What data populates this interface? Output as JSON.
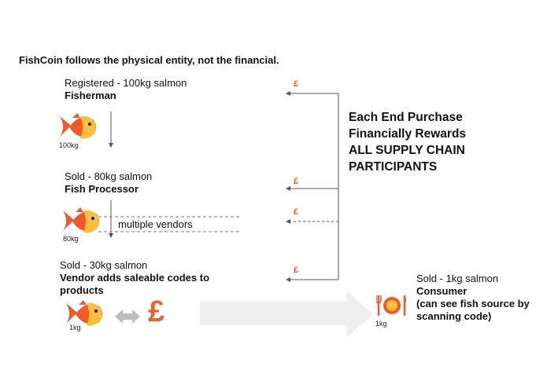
{
  "title": "FishCoin follows the physical entity, not the financial.",
  "stages": {
    "fisherman": {
      "status": "Registered - 100kg salmon",
      "role": "Fisherman",
      "weight": "100kg"
    },
    "processor": {
      "status": "Sold - 80kg salmon",
      "role": "Fish Processor",
      "weight": "80kg",
      "note": "multiple vendors"
    },
    "vendor": {
      "status": "Sold - 30kg salmon",
      "role_line1": "Vendor adds saleable codes to",
      "role_line2": "products",
      "weight": "1kg"
    },
    "consumer": {
      "status": "Sold - 1kg salmon",
      "role": "Consumer",
      "note_line1": "(can see fish source by",
      "note_line2": "scanning code)",
      "weight": "1kg"
    }
  },
  "reward": {
    "line1": "Each End Purchase",
    "line2": "Financially Rewards",
    "line3": "ALL SUPPLY CHAIN",
    "line4": "PARTICIPANTS"
  },
  "currency_symbol": "£",
  "icons": {
    "fish": "fish-icon",
    "swap": "double-arrow-icon",
    "plate": "plate-cutlery-icon",
    "currency": "pound-icon"
  },
  "colors": {
    "fish_orange": "#f05a28",
    "fish_yellow": "#fbbf3c",
    "currency": "#e8602c",
    "line": "#555555",
    "flow_arrow": "#eeeeee"
  }
}
